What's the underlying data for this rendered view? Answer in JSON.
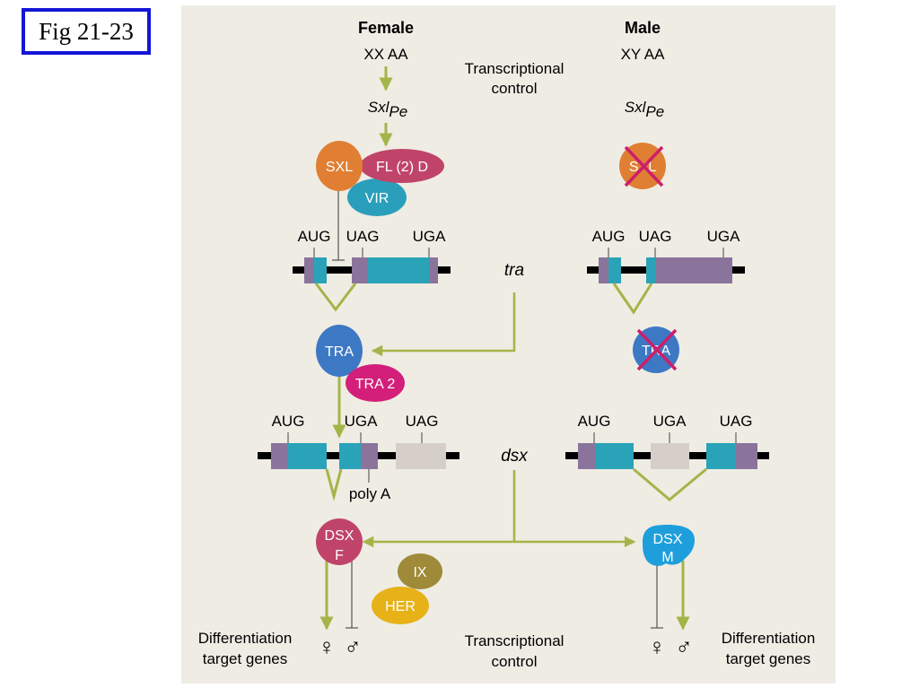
{
  "figure_label": "Fig 21-23",
  "female": {
    "title": "Female",
    "genotype": "XX AA",
    "gene": "Sxl",
    "promoter": "Pe"
  },
  "male": {
    "title": "Male",
    "genotype": "XY AA",
    "gene": "Sxl",
    "promoter": "Pe"
  },
  "transcriptional_control": {
    "line1": "Transcriptional",
    "line2": "control"
  },
  "proteins": {
    "sxl": "SXL",
    "fl2d": "FL (2) D",
    "vir": "VIR",
    "tra": "TRA",
    "tra2": "TRA 2",
    "dsx_f_line1": "DSX",
    "dsx_f_line2": "F",
    "dsx_m_line1": "DSX",
    "dsx_m_line2": "M",
    "ix": "IX",
    "her": "HER"
  },
  "genes": {
    "tra": "tra",
    "dsx": "dsx"
  },
  "codons": {
    "aug": "AUG",
    "uag": "UAG",
    "uga": "UGA"
  },
  "poly_a": "poly A",
  "differentiation": {
    "line1": "Differentiation",
    "line2": "target genes"
  },
  "symbols": {
    "female": "♀",
    "male": "♂"
  },
  "colors": {
    "panel": "#efece4",
    "arrow": "#a3b548",
    "sxl": "#e07f33",
    "fl2d": "#c0446a",
    "vir": "#2a9fbb",
    "tra": "#3d78c4",
    "tra2": "#d31f7a",
    "dsx_f": "#c0446a",
    "dsx_m": "#1e9fdc",
    "ix": "#9e8a38",
    "her": "#e6b218",
    "exon_teal": "#2aa3b8",
    "exon_purple": "#8a749b",
    "exon_gray": "#d6cfc9",
    "cross": "#cc1f6b"
  }
}
